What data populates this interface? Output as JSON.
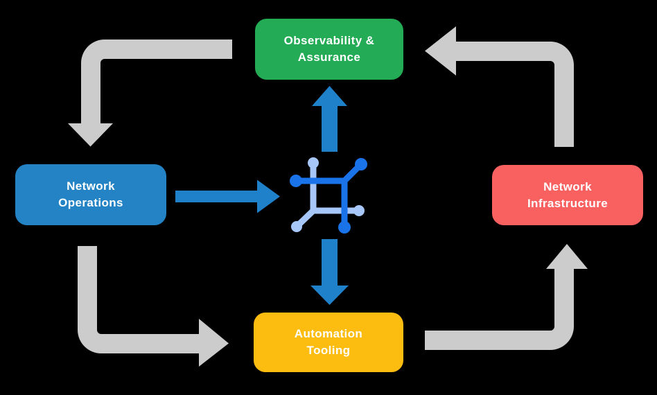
{
  "nodes": {
    "observability": {
      "line1": "Observability &",
      "line2": "Assurance",
      "color": "#23ab55"
    },
    "operations": {
      "line1": "Network",
      "line2": "Operations",
      "color": "#2383c5"
    },
    "infrastructure": {
      "line1": "Network",
      "line2": "Infrastructure",
      "color": "#f96161"
    },
    "tooling": {
      "line1": "Automation",
      "line2": "Tooling",
      "color": "#fdbc10"
    }
  },
  "center_icon": {
    "name": "network-mesh-icon",
    "dark_blue": "#1a73e8",
    "light_blue": "#a7c7f9"
  },
  "colors": {
    "background": "#000000",
    "gray_arrow": "#cccccc",
    "blue_arrow": "#1f81c9",
    "text": "#ffffff"
  },
  "flows": {
    "gray_cycle": [
      {
        "from": "observability",
        "to": "operations"
      },
      {
        "from": "operations",
        "to": "tooling"
      },
      {
        "from": "tooling",
        "to": "infrastructure"
      },
      {
        "from": "infrastructure",
        "to": "observability"
      }
    ],
    "blue": [
      {
        "from": "operations",
        "to": "center-icon"
      },
      {
        "from": "center-icon",
        "to": "observability"
      },
      {
        "from": "center-icon",
        "to": "tooling"
      }
    ]
  }
}
